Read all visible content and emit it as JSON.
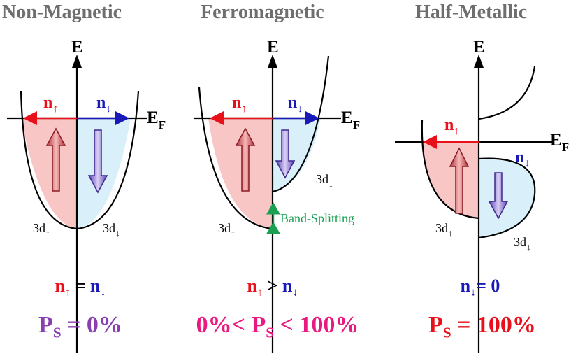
{
  "titles": {
    "non_magnetic": "Non-Magnetic",
    "ferromagnetic": "Ferromagnetic",
    "half_metallic": "Half-Metallic"
  },
  "axis": {
    "energy": "E",
    "fermi_main": "E",
    "fermi_sub": "F"
  },
  "labels": {
    "n": "n",
    "up": "↑",
    "down": "↓",
    "band_up": "3d",
    "band_down": "3d",
    "band_splitting": "Band-Splitting"
  },
  "equations": {
    "eq1_op": "=",
    "eq2_op": ">",
    "eq3_op": "= 0",
    "ps_main": "P",
    "ps_sub": "S",
    "ps1_value": " = 0%",
    "ps2_prefix": "0%< ",
    "ps2_value": " < 100%",
    "ps3_value": " = 100%"
  },
  "colors": {
    "spin_up": "#e8101a",
    "spin_down": "#1a1ab8",
    "splitting": "#1aa050",
    "ps1": "#8a3fb0",
    "ps2": "#e81a82",
    "ps3": "#e8101a",
    "title": "#6e6e6e"
  }
}
